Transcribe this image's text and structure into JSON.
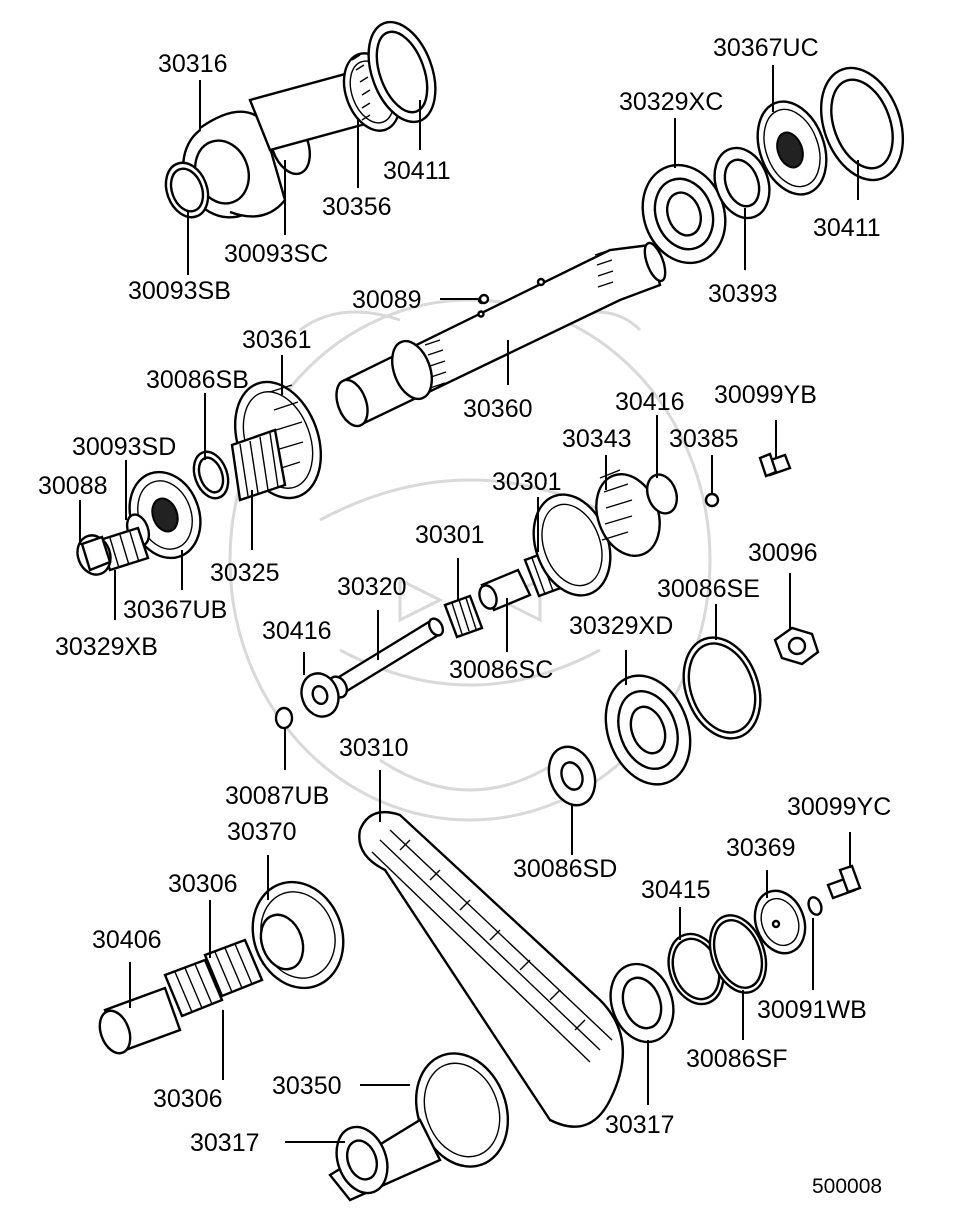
{
  "labels": [
    {
      "text": "30316"
    },
    {
      "text": "30093SC"
    },
    {
      "text": "30093SB"
    },
    {
      "text": "30356"
    },
    {
      "text": "30411"
    },
    {
      "text": "30367UC"
    },
    {
      "text": "30329XC"
    },
    {
      "text": "30411"
    },
    {
      "text": "30393"
    },
    {
      "text": "30089"
    },
    {
      "text": "30360"
    },
    {
      "text": "30361"
    },
    {
      "text": "30086SB"
    },
    {
      "text": "30093SD"
    },
    {
      "text": "30088"
    },
    {
      "text": "30325"
    },
    {
      "text": "30367UB"
    },
    {
      "text": "30329XB"
    },
    {
      "text": "30416"
    },
    {
      "text": "30099YB"
    },
    {
      "text": "30343"
    },
    {
      "text": "30385"
    },
    {
      "text": "30301"
    },
    {
      "text": "30301"
    },
    {
      "text": "30320"
    },
    {
      "text": "30096"
    },
    {
      "text": "30086SE"
    },
    {
      "text": "30329XD"
    },
    {
      "text": "30416"
    },
    {
      "text": "30086SC"
    },
    {
      "text": "30087UB"
    },
    {
      "text": "30310"
    },
    {
      "text": "30086SD"
    },
    {
      "text": "30099YC"
    },
    {
      "text": "30370"
    },
    {
      "text": "30369"
    },
    {
      "text": "30306"
    },
    {
      "text": "30415"
    },
    {
      "text": "30406"
    },
    {
      "text": "30091WB"
    },
    {
      "text": "30086SF"
    },
    {
      "text": "30306"
    },
    {
      "text": "30350"
    },
    {
      "text": "30317"
    },
    {
      "text": "30317"
    }
  ],
  "diagram_ref": "500008"
}
